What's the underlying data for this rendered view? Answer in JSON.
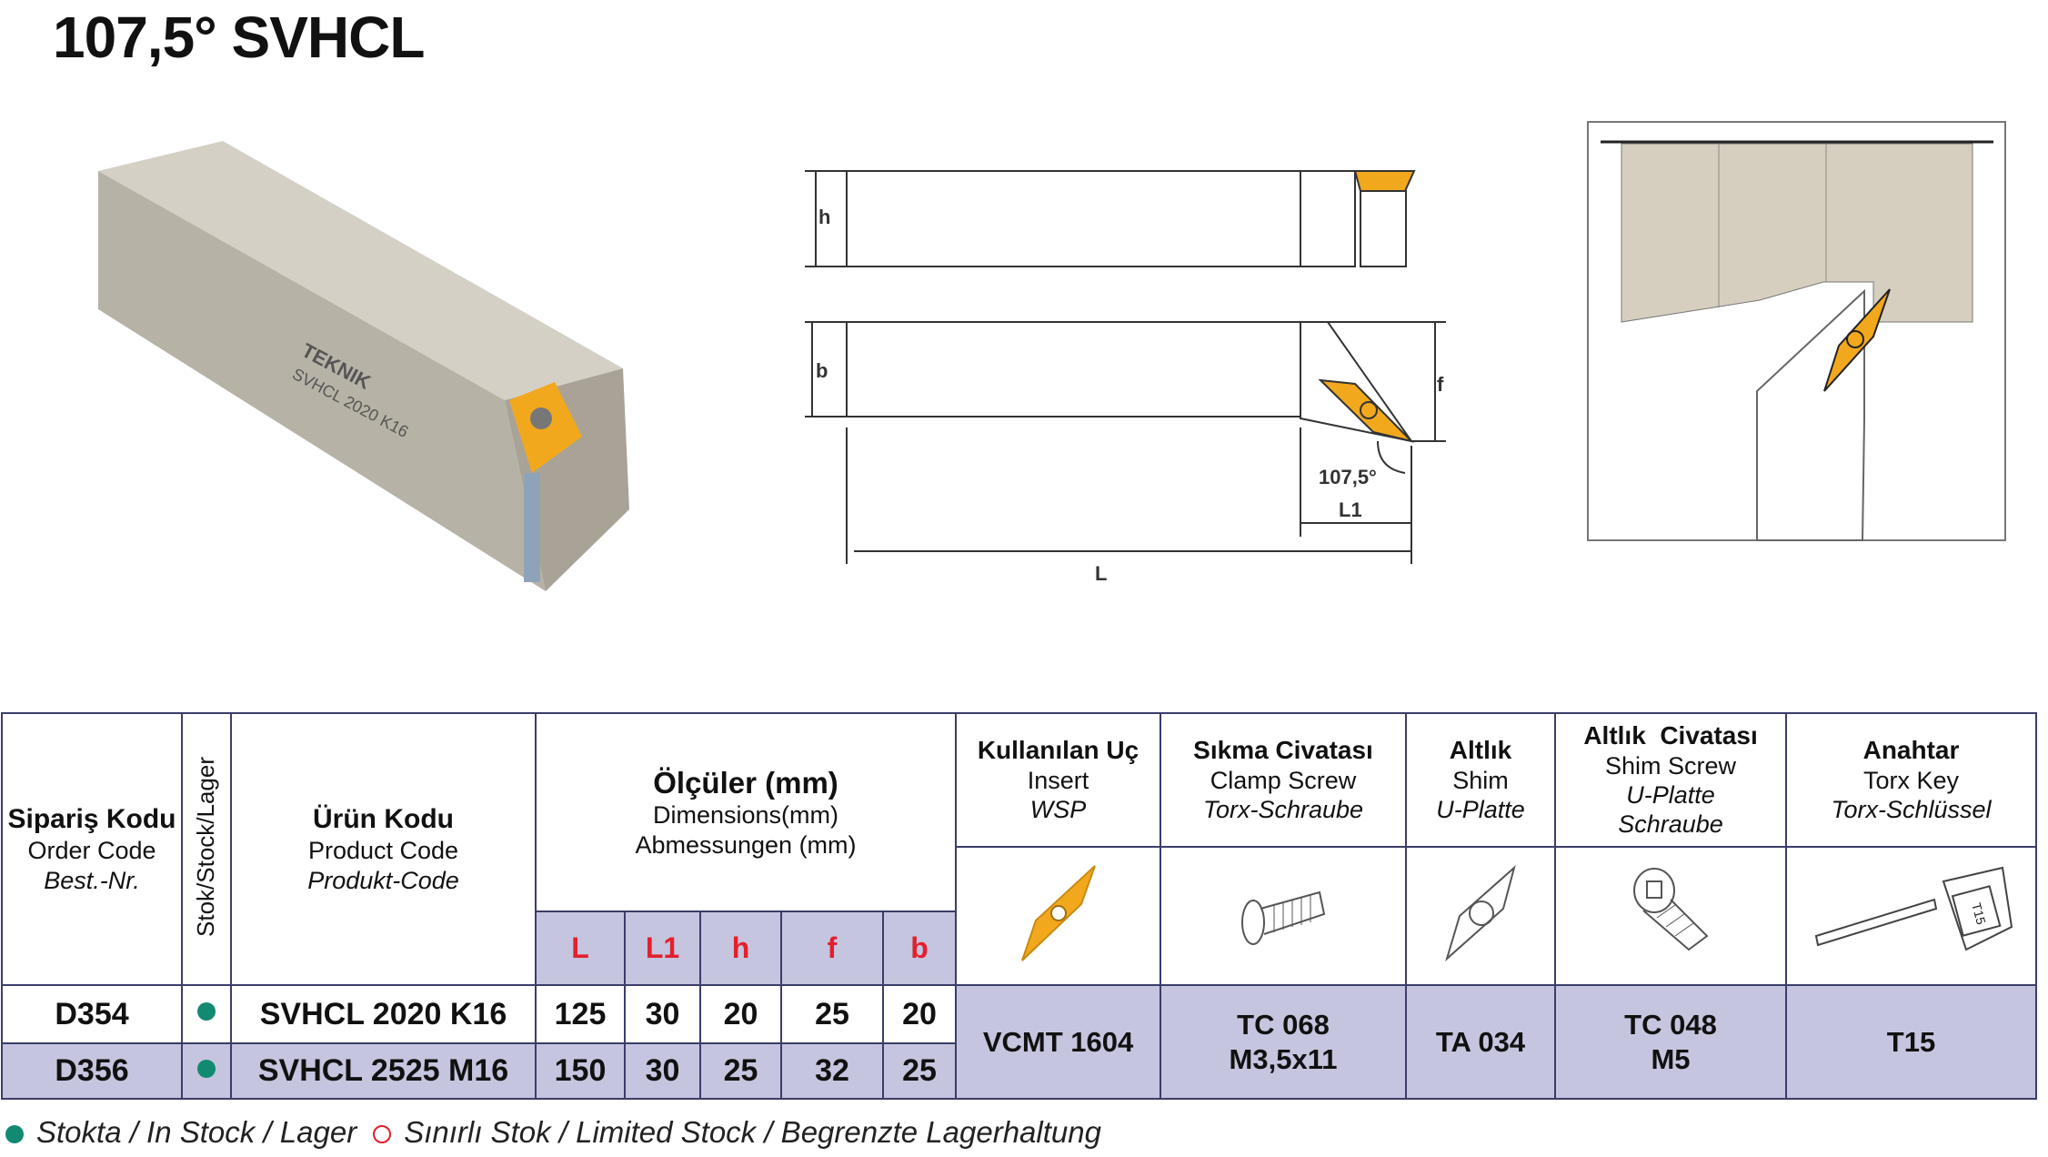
{
  "title": "107,5° SVHCL",
  "photo": {
    "engraving_brand": "TEKNIK",
    "engraving_code": "SVHCL 2020 K16"
  },
  "drawing": {
    "labels": {
      "h": "h",
      "b": "b",
      "f": "f",
      "angle": "107,5°",
      "L1": "L1",
      "L": "L"
    }
  },
  "table": {
    "headers": {
      "order_code": {
        "tr": "Sipariş Kodu",
        "en": "Order Code",
        "de": "Best.-Nr."
      },
      "stock": "Stok/Stock/Lager",
      "product_code": {
        "tr": "Ürün Kodu",
        "en": "Product Code",
        "de": "Produkt-Code"
      },
      "dimensions": {
        "tr": "Ölçüler (mm)",
        "en": "Dimensions(mm)",
        "de": "Abmessungen (mm)"
      },
      "dim_cols": [
        "L",
        "L1",
        "h",
        "f",
        "b"
      ],
      "insert": {
        "tr": "Kullanılan Uç",
        "en": "Insert",
        "de": "WSP"
      },
      "clamp_screw": {
        "tr": "Sıkma Civatası",
        "en": "Clamp Screw",
        "de": "Torx-Schraube"
      },
      "shim": {
        "tr": "Altlık",
        "en": "Shim",
        "de": "U-Platte"
      },
      "shim_screw": {
        "tr": "Altlık  Civatası",
        "en": "Shim Screw",
        "de1": "U-Platte",
        "de2": "Schraube"
      },
      "key": {
        "tr": "Anahtar",
        "en": "Torx Key",
        "de": "Torx-Schlüssel"
      }
    },
    "rows": [
      {
        "order_code": "D354",
        "stock": "in-stock",
        "product_code": "SVHCL 2020 K16",
        "L": "125",
        "L1": "30",
        "h": "20",
        "f": "25",
        "b": "20"
      },
      {
        "order_code": "D356",
        "stock": "in-stock",
        "product_code": "SVHCL 2525 M16",
        "L": "150",
        "L1": "30",
        "h": "25",
        "f": "32",
        "b": "25"
      }
    ],
    "parts": {
      "insert": "VCMT 1604",
      "clamp_screw_1": "TC 068",
      "clamp_screw_2": "M3,5x11",
      "shim": "TA 034",
      "shim_screw_1": "TC 048",
      "shim_screw_2": "M5",
      "key": "T15",
      "key_engraving": "T15"
    }
  },
  "legend": {
    "in_stock": "Stokta / In Stock / Lager",
    "limited": "Sınırlı Stok / Limited Stock / Begrenzte Lagerhaltung"
  },
  "colors": {
    "border": "#3b3d6a",
    "shade": "#c5c5df",
    "dim_label": "#e3202c",
    "stock_dot": "#128a72",
    "insert": "#f2a81d"
  }
}
